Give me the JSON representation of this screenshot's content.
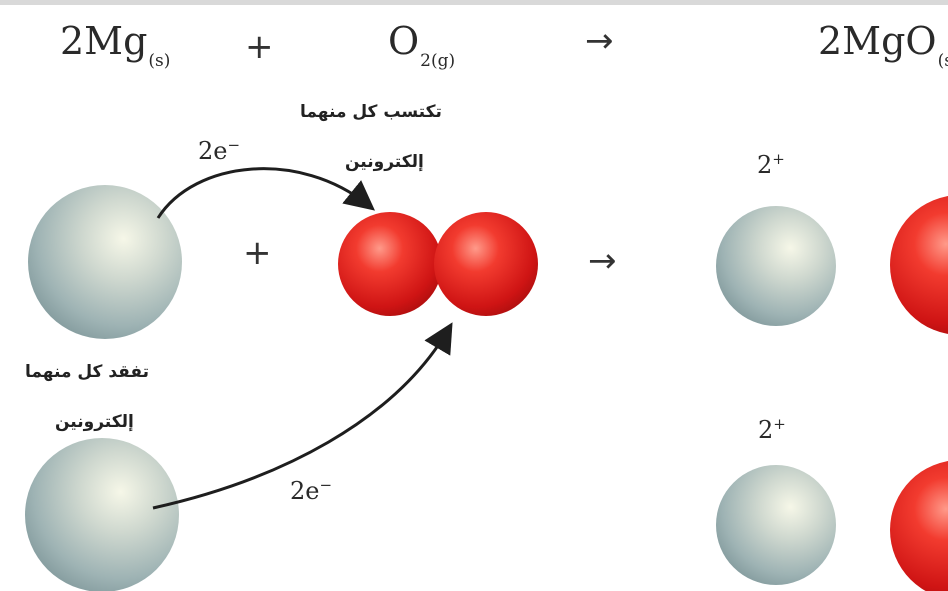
{
  "equation": {
    "mg": "2Mg",
    "mg_state": "(s)",
    "plus": "+",
    "o2": "O",
    "o2_sub": "2(g)",
    "arrow": "→",
    "mgo": "2MgO",
    "mgo_state": "(s"
  },
  "labels": {
    "gain_line1": "تكتسب كل منهما",
    "gain_line2": "إلكترونين",
    "lose_line1": "تفقد كل منهما",
    "lose_line2": "إلكترونين"
  },
  "electrons": {
    "top": "2e",
    "bottom": "2e",
    "sign": "−"
  },
  "charges": {
    "value": "2",
    "sign": "+"
  },
  "symbols": {
    "plus": "+",
    "arrow": "→"
  },
  "colors": {
    "magnesium": "#a9bcbc",
    "oxygen": "#d81e1e",
    "arrow": "#1e1e1e"
  }
}
